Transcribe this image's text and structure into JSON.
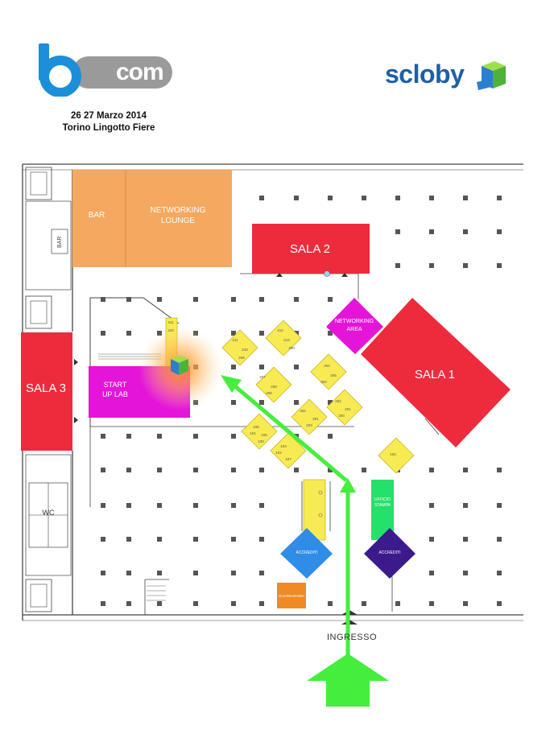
{
  "header": {
    "bcom_logo": {
      "letter": "b",
      "text": "com"
    },
    "scloby_logo": {
      "text": "scloby",
      "icon": "cube-icon"
    },
    "event_dates": "26 27 Marzo 2014",
    "event_venue": "Torino Lingotto Fiere"
  },
  "map": {
    "rooms": {
      "bar": "BAR",
      "bar_small": "BAR",
      "networking_lounge_line1": "NETWORKING",
      "networking_lounge_line2": "LOUNGE",
      "sala2": "SALA 2",
      "sala1": "SALA 1",
      "sala3": "SALA 3",
      "networking_area_line1": "NETWORKING",
      "networking_area_line2": "AREA",
      "startup_lab_line1": "START",
      "startup_lab_line2": "UP LAB",
      "wc": "WC",
      "accrediti_left": "ACCREDITI",
      "accrediti_right": "ACCREDITI",
      "ufficio_stampa_line1": "UFFICIO",
      "ufficio_stampa_line2": "STAMPA",
      "guardaroba": "GUARDAROBA"
    },
    "booths": [
      "211",
      "210",
      "209",
      "212",
      "213",
      "300",
      "207",
      "208",
      "206",
      "204",
      "205",
      "303",
      "302",
      "301",
      "203",
      "202",
      "201",
      "200",
      "104",
      "103",
      "102",
      "107",
      "106",
      "105",
      "101",
      "100",
      "311",
      "310"
    ],
    "entrance": "INGRESSO"
  },
  "colors": {
    "orange": "#f5a860",
    "red": "#ee2b3c",
    "magenta": "#e415d8",
    "yellow": "#f7ea53",
    "green_arrow": "#45ee3c",
    "blue_diamond": "#2f8de8",
    "purple_diamond": "#3b1a8c",
    "green_box": "#25e06a",
    "guardaroba": "#f08a22"
  }
}
